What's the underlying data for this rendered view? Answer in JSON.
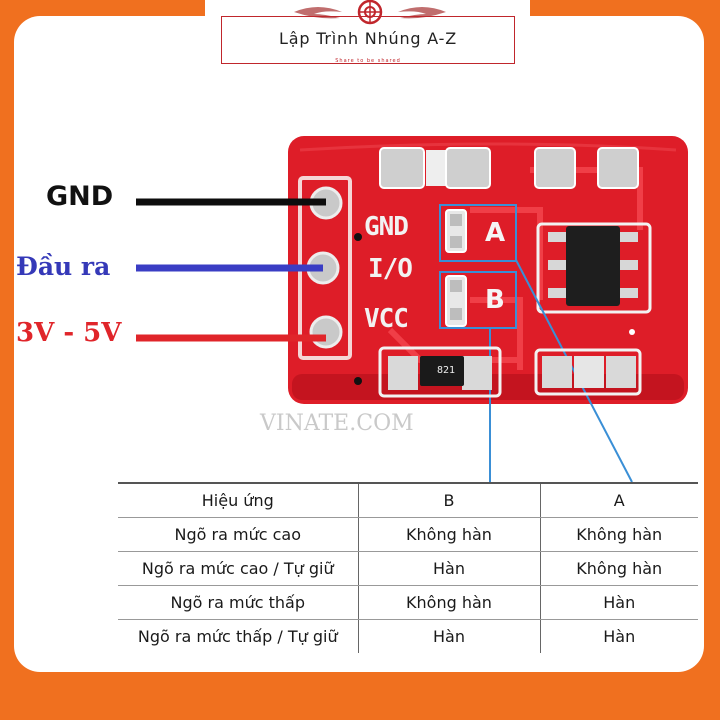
{
  "brand": {
    "title": "Lập Trình Nhúng A-Z",
    "subtitle": "Share to be shared",
    "accent_color": "#c0262c",
    "background_color": "#f0701f"
  },
  "pins": {
    "gnd": "GND",
    "output": "Đầu ra",
    "power": "3V - 5V"
  },
  "board": {
    "silk_gnd": "GND",
    "silk_io": "I/O",
    "silk_vcc": "VCC",
    "pad_a": "A",
    "pad_b": "B",
    "resistor": "821",
    "watermark": "VINATE.COM",
    "board_color": "#de1d28",
    "line_color": "#3a8fd6"
  },
  "table": {
    "headers": [
      "Hiệu ứng",
      "B",
      "A"
    ],
    "rows": [
      [
        "Ngõ ra mức cao",
        "Không hàn",
        "Không hàn"
      ],
      [
        "Ngõ ra mức cao / Tự giữ",
        "Hàn",
        "Không hàn"
      ],
      [
        "Ngõ ra mức thấp",
        "Không hàn",
        "Hàn"
      ],
      [
        "Ngõ ra mức thấp / Tự giữ",
        "Hàn",
        "Hàn"
      ]
    ]
  }
}
